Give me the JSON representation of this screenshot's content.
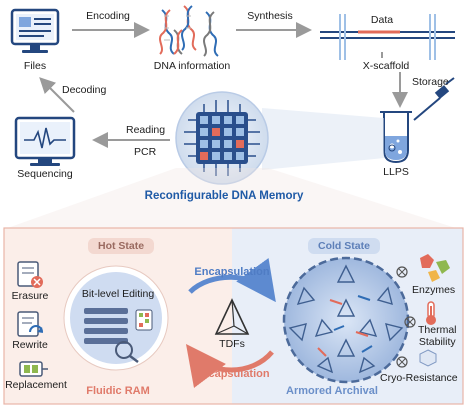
{
  "top_flow": {
    "files": "Files",
    "encoding": "Encoding",
    "dna_information": "DNA information",
    "synthesis": "Synthesis",
    "data": "Data",
    "x_scaffold": "X-scaffold",
    "storage": "Storage",
    "llps": "LLPS",
    "reading": "Reading",
    "pcr": "PCR",
    "sequencing": "Sequencing",
    "decoding": "Decoding",
    "memory_title": "Reconfigurable DNA Memory"
  },
  "hot_state": {
    "title": "Hot State",
    "erasure": "Erasure",
    "rewrite": "Rewrite",
    "replacement": "Replacement",
    "bit_editing": "Bit-level Editing",
    "footer": "Fluidic RAM"
  },
  "center": {
    "encapsulation": "Encapsulation",
    "tdfs": "TDFs",
    "decapsulation": "Decapsulation"
  },
  "cold_state": {
    "title": "Cold State",
    "enzymes": "Enzymes",
    "thermal_stability": "Thermal\nStability",
    "cryo_resistance": "Cryo-Resistance",
    "footer": "Armored Archival"
  },
  "colors": {
    "blue": "#1f5aa6",
    "navy": "#24477f",
    "hot_bg": "#fbeee9",
    "cold_bg": "#e8eef8",
    "hot_text": "#e07a6a",
    "cold_text": "#6b8fc9",
    "arrow_gray": "#9a9a9a"
  }
}
